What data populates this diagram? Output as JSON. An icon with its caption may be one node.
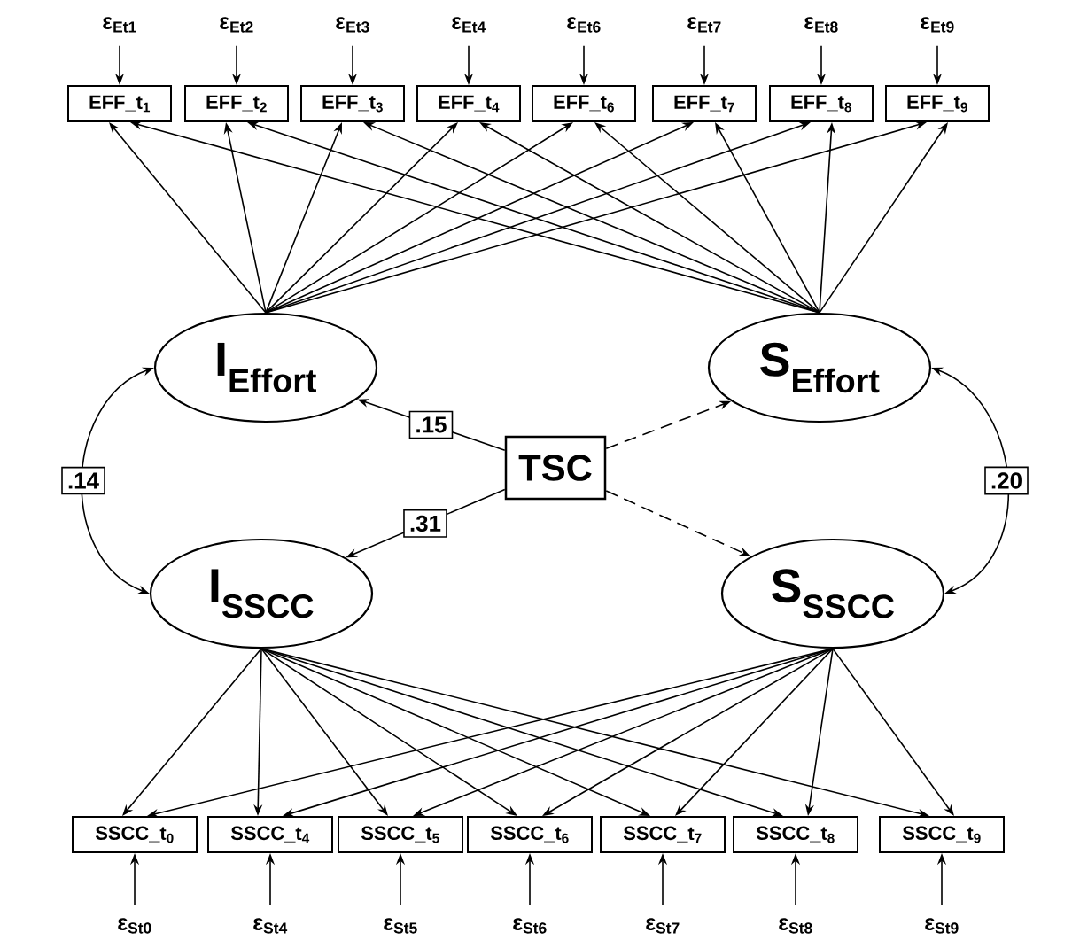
{
  "diagram": {
    "nodes": [
      {
        "text": [
          "ε$_{Et1}$"
        ]
      },
      {
        "text": [
          "ε$_{Et2}$"
        ]
      },
      {
        "text": [
          "ε$_{Et3}$"
        ]
      },
      {
        "text": [
          "ε$_{Et4}$"
        ]
      },
      {
        "text": [
          "ε$_{Et6}$"
        ]
      },
      {
        "text": [
          "ε$_{Et7}$"
        ]
      },
      {
        "text": [
          "ε$_{Et8}$"
        ]
      },
      {
        "text": [
          "ε$_{Et9}$"
        ]
      },
      {
        "text": [
          "EFF_t$_{1}$"
        ]
      },
      {
        "text": [
          "EFF_t$_{2}$"
        ]
      },
      {
        "text": [
          "EFF_t$_{3}$"
        ]
      },
      {
        "text": [
          "EFF_t$_{4}$"
        ]
      },
      {
        "text": [
          "EFF_t$_{6}$"
        ]
      },
      {
        "text": [
          "EFF_t$_{7}$"
        ]
      },
      {
        "text": [
          "EFF_t$_{8}$"
        ]
      },
      {
        "text": [
          "EFF_t$_{9}$"
        ]
      },
      {
        "text": [
          "I$_{Effort}$"
        ]
      },
      {
        "text": [
          "S$_{Effort}$"
        ]
      },
      {
        "text": [
          "TSC"
        ]
      },
      {
        "text": [
          "I$_{SSCC}$"
        ]
      },
      {
        "text": [
          "S$_{SSCC}$"
        ]
      },
      {
        "text": [
          "SSCC_t$_{0}$"
        ]
      },
      {
        "text": [
          "SSCC_t$_{4}$"
        ]
      },
      {
        "text": [
          "SSCC_t$_{5}$"
        ]
      },
      {
        "text": [
          "SSCC_t$_{6}$"
        ]
      },
      {
        "text": [
          "SSCC_t$_{7}$"
        ]
      },
      {
        "text": [
          "SSCC_t$_{8}$"
        ]
      },
      {
        "text": [
          "SSCC_t$_{9}$"
        ]
      },
      {
        "text": [
          "ε$_{St0}$"
        ]
      },
      {
        "text": [
          "ε$_{St4}$"
        ]
      },
      {
        "text": [
          "ε$_{St5}$"
        ]
      },
      {
        "text": [
          "ε$_{St6}$"
        ]
      },
      {
        "text": [
          "ε$_{St7}$"
        ]
      },
      {
        "text": [
          "ε$_{St8}$"
        ]
      },
      {
        "text": [
          "ε$_{St9}$"
        ]
      }
    ],
    "edges": [
      {
        "from": 0,
        "to": 8,
        "arrow": "to"
      },
      {
        "from": 1,
        "to": 9,
        "arrow": "to"
      },
      {
        "from": 2,
        "to": 10,
        "arrow": "to"
      },
      {
        "from": 3,
        "to": 11,
        "arrow": "to"
      },
      {
        "from": 4,
        "to": 12,
        "arrow": "to"
      },
      {
        "from": 5,
        "to": 13,
        "arrow": "to"
      },
      {
        "from": 6,
        "to": 14,
        "arrow": "to"
      },
      {
        "from": 7,
        "to": 15,
        "arrow": "to"
      },
      {
        "from": 16,
        "to": 8,
        "arrow": "to"
      },
      {
        "from": 16,
        "to": 9,
        "arrow": "to"
      },
      {
        "from": 16,
        "to": 10,
        "arrow": "to"
      },
      {
        "from": 16,
        "to": 11,
        "arrow": "to"
      },
      {
        "from": 16,
        "to": 12,
        "arrow": "to"
      },
      {
        "from": 16,
        "to": 13,
        "arrow": "to"
      },
      {
        "from": 16,
        "to": 14,
        "arrow": "to"
      },
      {
        "from": 16,
        "to": 15,
        "arrow": "to"
      },
      {
        "from": 17,
        "to": 8,
        "arrow": "to"
      },
      {
        "from": 17,
        "to": 9,
        "arrow": "to"
      },
      {
        "from": 17,
        "to": 10,
        "arrow": "to"
      },
      {
        "from": 17,
        "to": 11,
        "arrow": "to"
      },
      {
        "from": 17,
        "to": 12,
        "arrow": "to"
      },
      {
        "from": 17,
        "to": 13,
        "arrow": "to"
      },
      {
        "from": 17,
        "to": 14,
        "arrow": "to"
      },
      {
        "from": 17,
        "to": 15,
        "arrow": "to"
      },
      {
        "from": 18,
        "to": 16,
        "arrow": "to",
        "label": ".15"
      },
      {
        "from": 18,
        "to": 17,
        "arrow": "to",
        "style": "dashed"
      },
      {
        "from": 18,
        "to": 19,
        "arrow": "to",
        "label": ".31"
      },
      {
        "from": 18,
        "to": 20,
        "arrow": "to",
        "style": "dashed"
      },
      {
        "from": 16,
        "to": 19,
        "arrow": "both",
        "label": ".14"
      },
      {
        "from": 17,
        "to": 20,
        "arrow": "both",
        "label": ".20"
      },
      {
        "from": 19,
        "to": 21,
        "arrow": "to"
      },
      {
        "from": 19,
        "to": 22,
        "arrow": "to"
      },
      {
        "from": 19,
        "to": 23,
        "arrow": "to"
      },
      {
        "from": 19,
        "to": 24,
        "arrow": "to"
      },
      {
        "from": 19,
        "to": 25,
        "arrow": "to"
      },
      {
        "from": 19,
        "to": 26,
        "arrow": "to"
      },
      {
        "from": 19,
        "to": 27,
        "arrow": "to"
      },
      {
        "from": 20,
        "to": 21,
        "arrow": "to"
      },
      {
        "from": 20,
        "to": 22,
        "arrow": "to"
      },
      {
        "from": 20,
        "to": 23,
        "arrow": "to"
      },
      {
        "from": 20,
        "to": 24,
        "arrow": "to"
      },
      {
        "from": 20,
        "to": 25,
        "arrow": "to"
      },
      {
        "from": 20,
        "to": 26,
        "arrow": "to"
      },
      {
        "from": 20,
        "to": 27,
        "arrow": "to"
      },
      {
        "from": 28,
        "to": 21,
        "arrow": "to"
      },
      {
        "from": 29,
        "to": 22,
        "arrow": "to"
      },
      {
        "from": 30,
        "to": 23,
        "arrow": "to"
      },
      {
        "from": 31,
        "to": 24,
        "arrow": "to"
      },
      {
        "from": 32,
        "to": 25,
        "arrow": "to"
      },
      {
        "from": 33,
        "to": 26,
        "arrow": "to"
      },
      {
        "from": 34,
        "to": 27,
        "arrow": "to"
      }
    ]
  }
}
